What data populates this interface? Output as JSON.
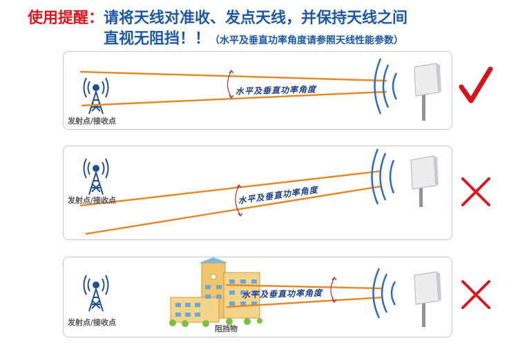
{
  "header": {
    "label": "使用提醒：",
    "line1": "请将天线对准收、发点天线，并保持天线之间",
    "line2_big": "直视无阻挡！！",
    "line2_note": "（水平及垂直功率角度请参照天线性能参数）"
  },
  "panels": [
    {
      "tx_label": "发射点/接收点",
      "beam_label": "水平及垂直功率角度",
      "result": "correct"
    },
    {
      "tx_label": "发射点/接收点",
      "beam_label": "水平及垂直功率角度",
      "result": "wrong"
    },
    {
      "tx_label": "发射点/接收点",
      "beam_label": "水平及垂直功率角度",
      "obstacle_label": "阻挡物",
      "result": "wrong"
    }
  ],
  "colors": {
    "beam": "#e38a2a",
    "check": "#d8121b",
    "cross": "#e0141c",
    "tower": "#1d4f94",
    "wave": "#2a6ad0",
    "text_blue": "#1b57a8"
  },
  "icons": [
    "tower-icon",
    "signal-wave-icon",
    "antenna-panel-icon",
    "check-icon",
    "cross-icon",
    "building-icon",
    "angle-arrow-icon"
  ]
}
